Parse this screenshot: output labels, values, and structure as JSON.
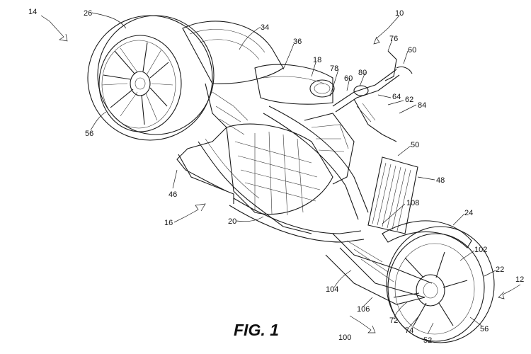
{
  "figure": {
    "caption": "FIG. 1",
    "reference_numerals": [
      "14",
      "26",
      "34",
      "36",
      "18",
      "78",
      "60",
      "80",
      "10",
      "76",
      "60",
      "64",
      "62",
      "84",
      "56",
      "50",
      "48",
      "46",
      "16",
      "20",
      "108",
      "24",
      "102",
      "22",
      "12",
      "104",
      "106",
      "72",
      "74",
      "56",
      "52",
      "100"
    ]
  }
}
